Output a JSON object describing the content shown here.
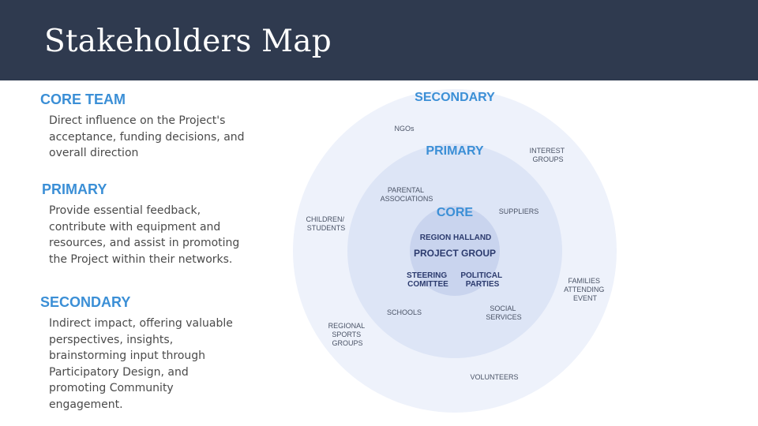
{
  "header": {
    "title": "Stakeholders Map"
  },
  "legend": [
    {
      "title": "CORE TEAM",
      "lines": [
        "Direct influence on the Project's",
        "acceptance, funding decisions, and",
        "overall direction"
      ]
    },
    {
      "title": "PRIMARY",
      "lines": [
        "Provide essential feedback,",
        "contribute with equipment and",
        "resources, and assist in promoting",
        "the Project within their networks."
      ]
    },
    {
      "title": "SECONDARY",
      "lines": [
        "Indirect impact, offering valuable",
        "perspectives, insights,",
        "brainstorming input through",
        "Participatory Design, and",
        "promoting Community",
        "engagement."
      ]
    }
  ],
  "diagram": {
    "rings": {
      "secondary": "SECONDARY",
      "primary": "PRIMARY",
      "core": "CORE"
    },
    "core_items": [
      "REGION HALLAND",
      "PROJECT GROUP"
    ],
    "core_pairs": [
      {
        "lines": [
          "STEERING",
          "COMITTEE"
        ]
      },
      {
        "lines": [
          "POLITICAL",
          "PARTIES"
        ]
      }
    ],
    "primary_items": [
      {
        "lines": [
          "PARENTAL",
          "ASSOCIATIONS"
        ]
      },
      {
        "lines": [
          "SUPPLIERS"
        ]
      },
      {
        "lines": [
          "SCHOOLS"
        ]
      },
      {
        "lines": [
          "SOCIAL",
          "SERVICES"
        ]
      }
    ],
    "secondary_items": [
      {
        "lines": [
          "NGOs"
        ]
      },
      {
        "lines": [
          "INTEREST",
          "GROUPS"
        ]
      },
      {
        "lines": [
          "CHILDREN/",
          "STUDENTS"
        ]
      },
      {
        "lines": [
          "FAMILIES",
          "ATTENDING",
          "EVENT"
        ]
      },
      {
        "lines": [
          "REGIONAL",
          "SPORTS",
          "GROUPS"
        ]
      },
      {
        "lines": [
          "VOLUNTEERS"
        ]
      }
    ],
    "colors": {
      "outer": "#eef2fb",
      "middle": "#dde5f6",
      "inner": "#c9d4ee",
      "accent": "#3b8fd6",
      "header": "#2f3a4f"
    }
  }
}
